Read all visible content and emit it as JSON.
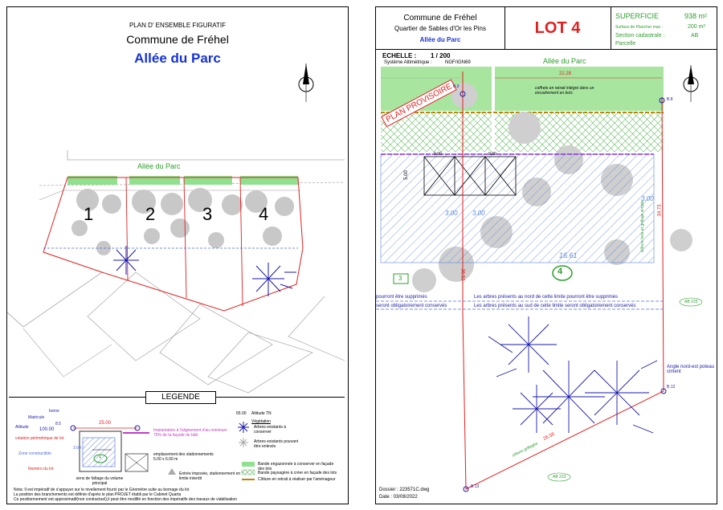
{
  "left": {
    "doc_title": "PLAN D' ENSEMBLE FIGURATIF",
    "commune": "Commune de Fréhel",
    "street_title": "Allée du Parc",
    "street_label": "Allée du Parc",
    "lots": [
      "1",
      "2",
      "3",
      "4"
    ],
    "legend": {
      "title": "LEGENDE",
      "borne": "borne",
      "matricule": "Matricule",
      "matricule_val": "8.5",
      "altitude": "Altitude",
      "altitude_val": "100.00",
      "cotation": "cotation périmètrique de lot",
      "cotation_val": "25.00",
      "zone": "Zone constructible",
      "zone_val": "3.00",
      "numero": "Numéro du lot",
      "numero_val": "4",
      "faitage": "sens de faîtage du volume principal",
      "implantation": "Implantation à l'alignement d'au minimum 75% de la façade du bâti",
      "stationnement": "emplacement des stationnements 5.00 x 6.00 m",
      "entree": "Entrée imposée, stationnement en limite interdit",
      "altitude_tn_val": "65.00",
      "altitude_tn": "Altitude TN",
      "vegetation": "Végétation",
      "arbres_conserver": "Arbres existants à conserver",
      "arbres_enleves": "Arbres existants pouvant être enlevés",
      "bande_engazonnee": "Bande engazonnée à conserver en façade des lots",
      "bande_paysagere": "Bande paysagère à créer en façade des lots",
      "cloture": "Clôture en retrait à réaliser par l'aménageur",
      "note1": "Nota: Il est impératif de s'appuyer sur le nivellement fourni par le Géomètre suite au bornage du lot",
      "note2": "La position des branchements est définie d'après le plan PROJET établi par le Cabinet Quarta",
      "note3": "Ce positionnement est approximatif(non contractuel),il peut être modifié en fonction des impératifs des travaux de viabilisation"
    }
  },
  "right": {
    "commune": "Commune de Fréhel",
    "quartier": "Quartier de Sables d'Or les Pins",
    "street": "Allée du Parc",
    "lot_title": "LOT 4",
    "superficie_label": "SUPERFICIE",
    "superficie_val": "938 m²",
    "plancher_label": "Surface de Plancher max :",
    "plancher_val": "200 m²",
    "section_label": "Section cadastrale :",
    "section_val": "AB",
    "parcelle_label": "Parcelle",
    "echelle_label": "ECHELLE :",
    "echelle_val": "1 / 200",
    "systeme_label": "Système Altimétrique :",
    "systeme_val": "NGF/IGN69",
    "street_label": "Allée du Parc",
    "plan_provisoire": "PLAN PROVISOIRE",
    "coffrets_note": "coffrets en retrait intégré dans un encadrement en bois",
    "lot_num": "4",
    "lot_left": "3",
    "arbres_sup": "Les arbres présents au nord de cette limite pourront être supprimés",
    "arbres_sup_left": "pourront être supprimés",
    "arbres_cons": "Les arbres présents au sud de cette limite seront obligatoirement conservés",
    "arbres_cons_left": "seront obligatoirement conservés",
    "angle_note": "Angle nord-est poteau ciment",
    "ab_parcel_1": "AB 225",
    "ab_parcel_2": "AB 223",
    "cloture_bois": "clôture bois et grillage simple",
    "cloture_grillage": "clôture grillagée",
    "dim_top": "22.28",
    "dim_right": "34.73",
    "dim_bottom": "26.58",
    "dim_left": "36.52",
    "dim_16": "16.61",
    "dim_5a": "5.00",
    "dim_3a": "3.00",
    "dim_3b": "3.00",
    "dim_3c": "3.00",
    "dim_900a": "9.00",
    "dim_900b": "9.00",
    "borne_a": "B.9",
    "borne_b": "B.8",
    "borne_c": "B.12",
    "borne_d": "B.13",
    "dossier": "Dossier : 223571C.dwg",
    "date": "Date : 03/08/2022"
  }
}
